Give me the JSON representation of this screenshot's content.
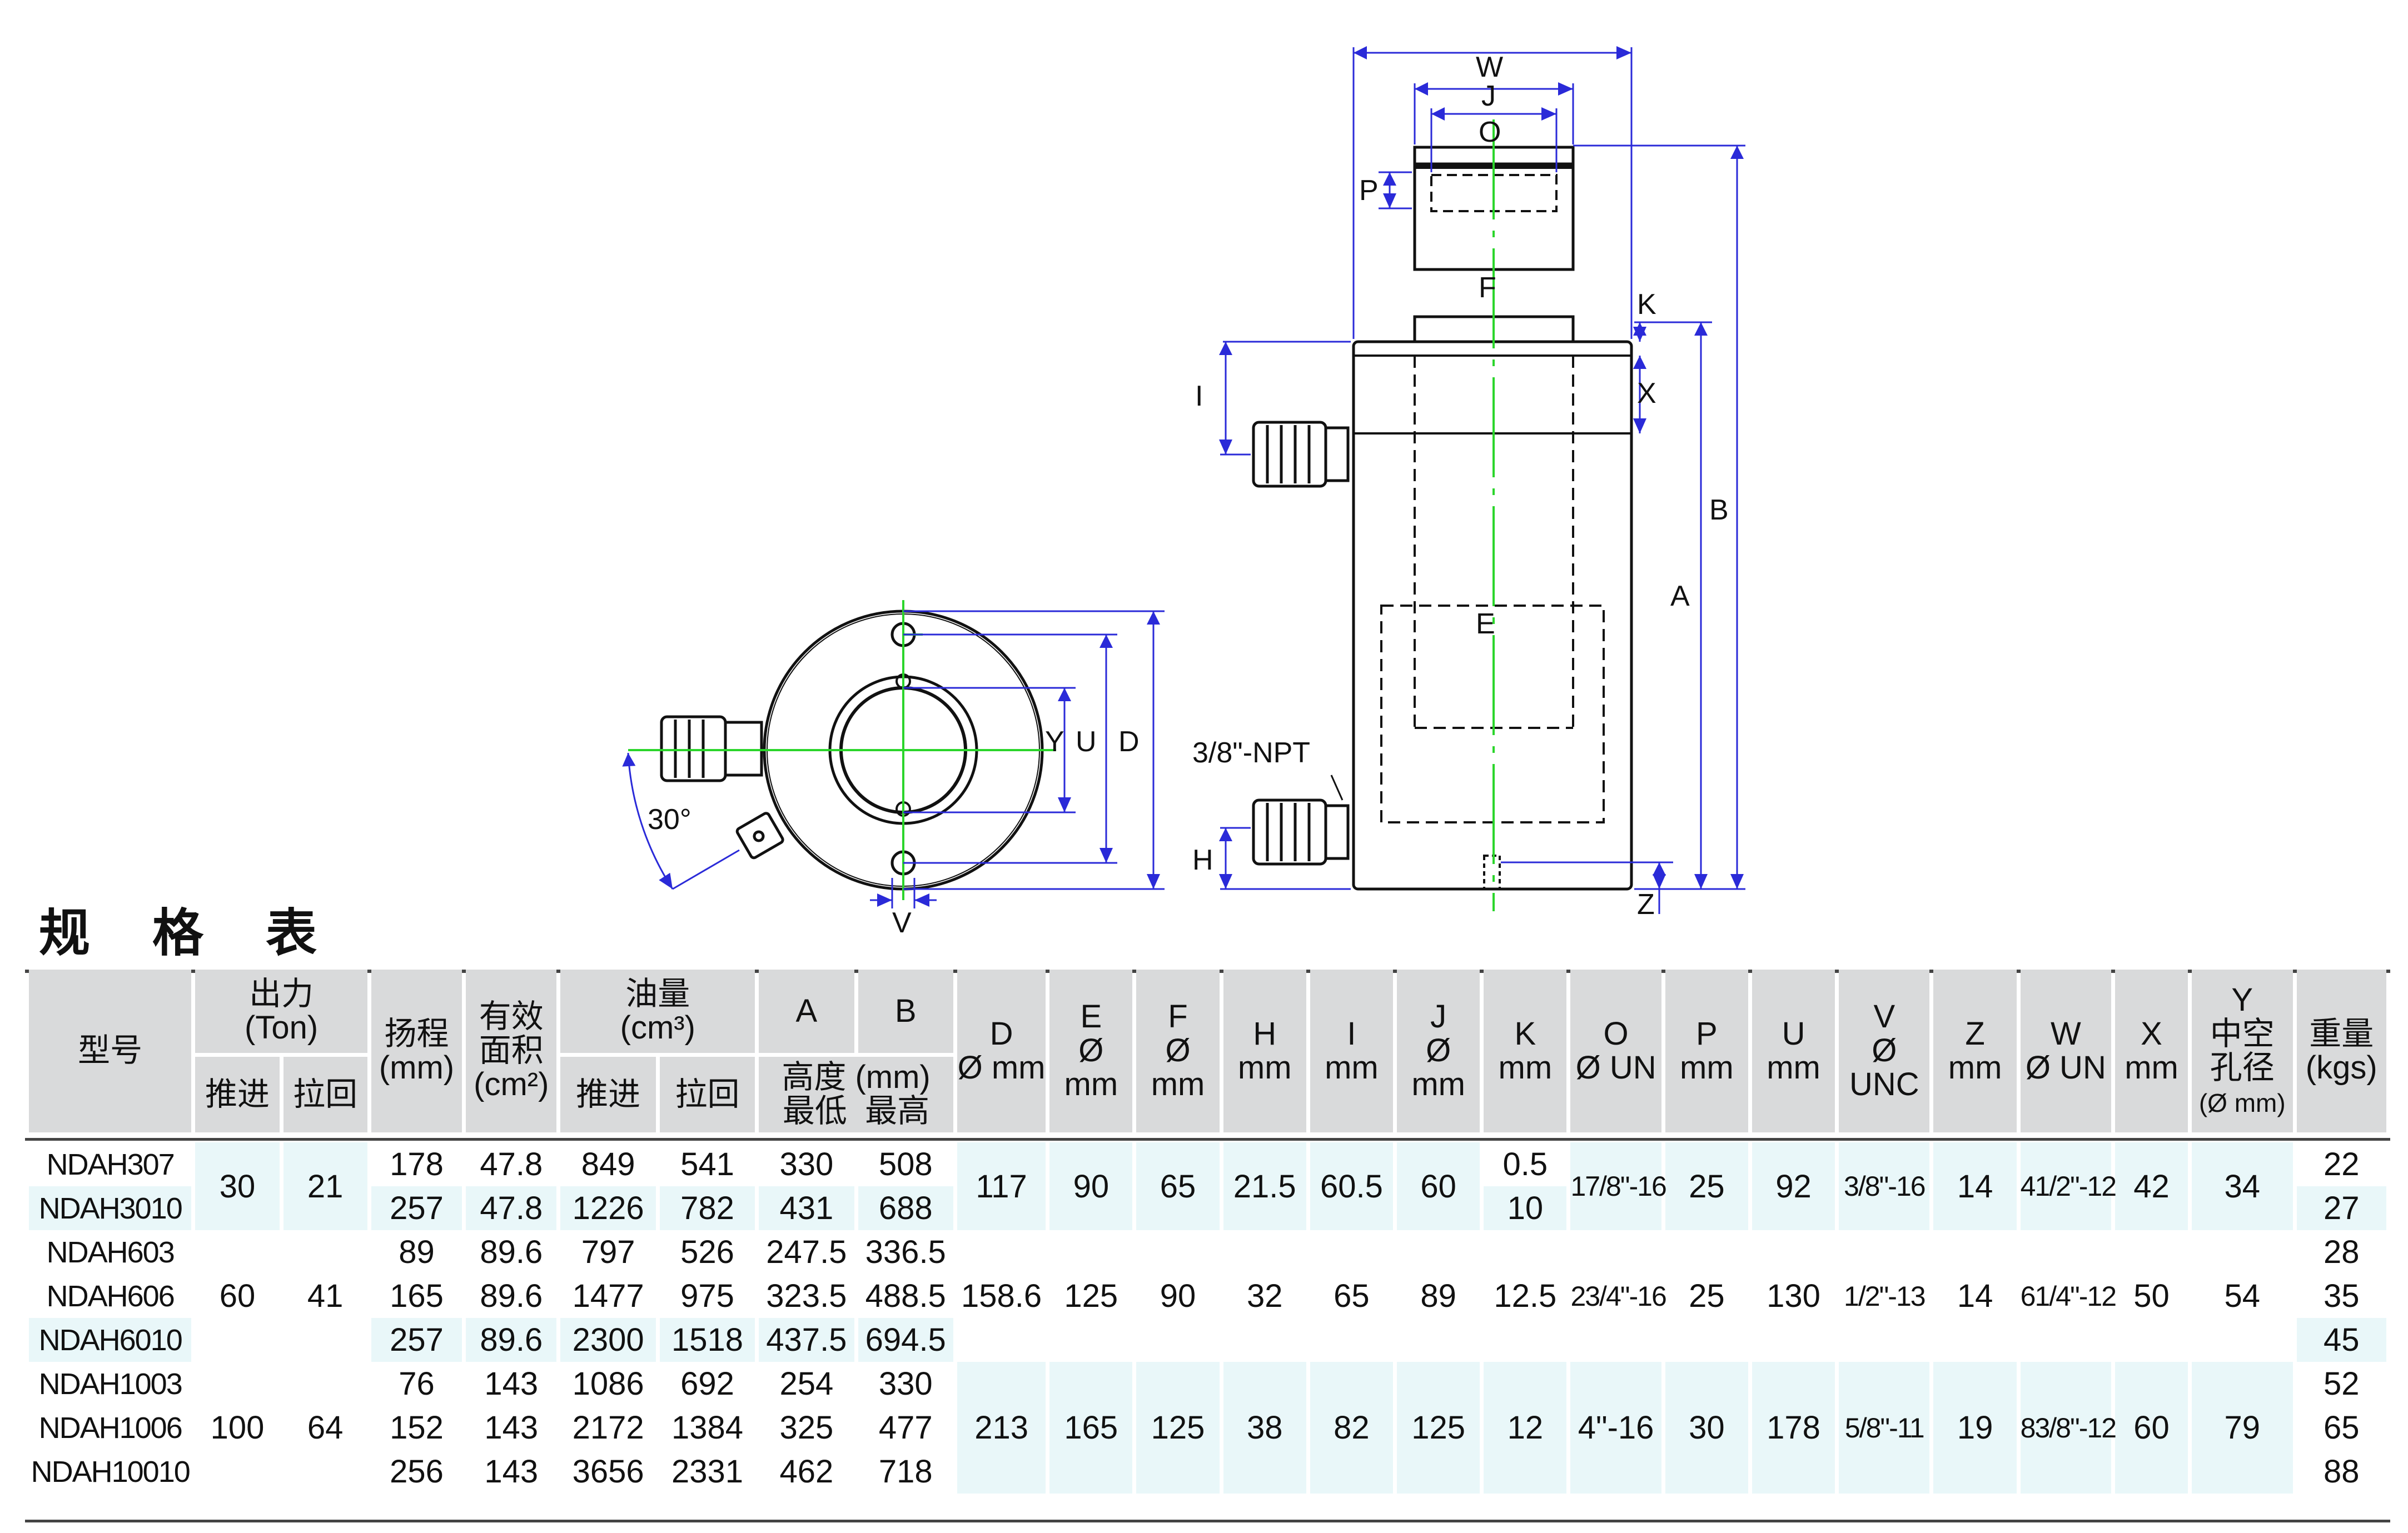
{
  "drawing": {
    "side_view_labels": [
      "W",
      "J",
      "O",
      "P",
      "F",
      "K",
      "X",
      "I",
      "B",
      "A",
      "E",
      "H",
      "Z"
    ],
    "port_label": "3/8\"-NPT",
    "top_view_labels": [
      "Y",
      "U",
      "D",
      "V"
    ],
    "angle_label": "30°"
  },
  "spec": {
    "title": "规 格 表",
    "headers": {
      "model": "型号",
      "force": "出力",
      "force_unit": "(Ton)",
      "push": "推进",
      "pull": "拉回",
      "stroke": "扬程",
      "stroke_unit": "(mm)",
      "area": "有效面积",
      "area_unit": "(cm²)",
      "oil": "油量",
      "oil_unit": "(cm³)",
      "oil_push": "推进",
      "oil_pull": "拉回",
      "a": "A",
      "b": "B",
      "height": "高度 (mm)",
      "min": "最低",
      "max": "最高",
      "d": "D",
      "d_unit": "Ø mm",
      "e": "E",
      "e_unit": "Ø mm",
      "f": "F",
      "f_unit": "Ø mm",
      "h": "H",
      "h_unit": "mm",
      "i": "I",
      "i_unit": "mm",
      "j": "J",
      "j_unit": "Ø mm",
      "k": "K",
      "k_unit": "mm",
      "o": "O",
      "o_unit": "Ø UN",
      "p": "P",
      "p_unit": "mm",
      "u": "U",
      "u_unit": "mm",
      "v": "V",
      "v_unit": "Ø UNC",
      "z": "Z",
      "z_unit": "mm",
      "w": "W",
      "w_unit": "Ø UN",
      "x": "X",
      "x_unit": "mm",
      "y": "Y",
      "y_name": "中空孔径",
      "y_unit": "(Ø mm)",
      "weight": "重量",
      "weight_unit": "(kgs)"
    },
    "groups": [
      {
        "push_force": "30",
        "pull_force": "21",
        "d": "117",
        "e": "90",
        "f": "65",
        "h": "21.5",
        "i": "60.5",
        "j": "60",
        "o": "17/8\"-16",
        "p": "25",
        "u": "92",
        "v": "3/8\"-16",
        "z": "14",
        "w": "41/2\"-12",
        "x": "42",
        "y": "34",
        "rows": [
          {
            "model": "NDAH307",
            "stroke": "178",
            "area": "47.8",
            "oil_push": "849",
            "oil_pull": "541",
            "a": "330",
            "b": "508",
            "k": "0.5",
            "weight": "22"
          },
          {
            "model": "NDAH3010",
            "stroke": "257",
            "area": "47.8",
            "oil_push": "1226",
            "oil_pull": "782",
            "a": "431",
            "b": "688",
            "k": "10",
            "weight": "27"
          }
        ]
      },
      {
        "push_force": "60",
        "pull_force": "41",
        "d": "158.6",
        "e": "125",
        "f": "90",
        "h": "32",
        "i": "65",
        "j": "89",
        "k": "12.5",
        "o": "23/4\"-16",
        "p": "25",
        "u": "130",
        "v": "1/2\"-13",
        "z": "14",
        "w": "61/4\"-12",
        "x": "50",
        "y": "54",
        "rows": [
          {
            "model": "NDAH603",
            "stroke": "89",
            "area": "89.6",
            "oil_push": "797",
            "oil_pull": "526",
            "a": "247.5",
            "b": "336.5",
            "weight": "28"
          },
          {
            "model": "NDAH606",
            "stroke": "165",
            "area": "89.6",
            "oil_push": "1477",
            "oil_pull": "975",
            "a": "323.5",
            "b": "488.5",
            "weight": "35"
          },
          {
            "model": "NDAH6010",
            "stroke": "257",
            "area": "89.6",
            "oil_push": "2300",
            "oil_pull": "1518",
            "a": "437.5",
            "b": "694.5",
            "weight": "45"
          }
        ]
      },
      {
        "push_force": "100",
        "pull_force": "64",
        "d": "213",
        "e": "165",
        "f": "125",
        "h": "38",
        "i": "82",
        "j": "125",
        "k": "12",
        "o": "4\"-16",
        "p": "30",
        "u": "178",
        "v": "5/8\"-11",
        "z": "19",
        "w": "83/8\"-12",
        "x": "60",
        "y": "79",
        "rows": [
          {
            "model": "NDAH1003",
            "stroke": "76",
            "area": "143",
            "oil_push": "1086",
            "oil_pull": "692",
            "a": "254",
            "b": "330",
            "weight": "52"
          },
          {
            "model": "NDAH1006",
            "stroke": "152",
            "area": "143",
            "oil_push": "2172",
            "oil_pull": "1384",
            "a": "325",
            "b": "477",
            "weight": "65"
          },
          {
            "model": "NDAH10010",
            "stroke": "256",
            "area": "143",
            "oil_push": "3656",
            "oil_pull": "2331",
            "a": "462",
            "b": "718",
            "weight": "88"
          }
        ]
      }
    ]
  }
}
